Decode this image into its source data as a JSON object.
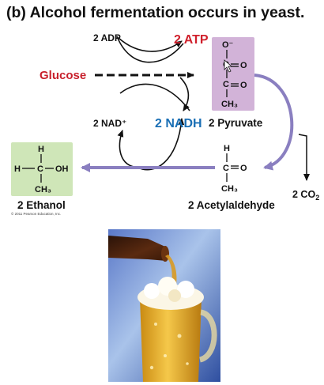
{
  "title": "(b) Alcohol fermentation occurs in yeast.",
  "molecules": {
    "adp": "2 ADP",
    "atp": "2 ATP",
    "glucose": "Glucose",
    "nad": "2 NAD⁺",
    "nadh": "2 NADH",
    "pyruvate": "2 Pyruvate",
    "co2_prefix": "2 CO",
    "co2_sub": "2",
    "acetaldehyde": "2 Acetylaldehyde",
    "ethanol": "2 Ethanol"
  },
  "structures": {
    "pyruvate": {
      "o_minus": "O⁻",
      "c": "C",
      "o": "O",
      "ch3": "CH₃"
    },
    "acetaldehyde": {
      "h": "H",
      "c": "C",
      "o": "O",
      "ch3": "CH₃"
    },
    "ethanol": {
      "h": "H",
      "c": "C",
      "oh": "OH",
      "ch3": "CH₃"
    }
  },
  "copyright": "© 2011 Pearson Education, Inc.",
  "colors": {
    "atp_red": "#d0202c",
    "nadh_blue": "#1a6fb5",
    "arrow_purple": "#8a7fc0",
    "pyruvate_box": "#d2b3d8",
    "ethanol_box": "#cfe6b8",
    "glucose_red": "#c8202c"
  },
  "icons": [
    "beer-pour-photo"
  ]
}
